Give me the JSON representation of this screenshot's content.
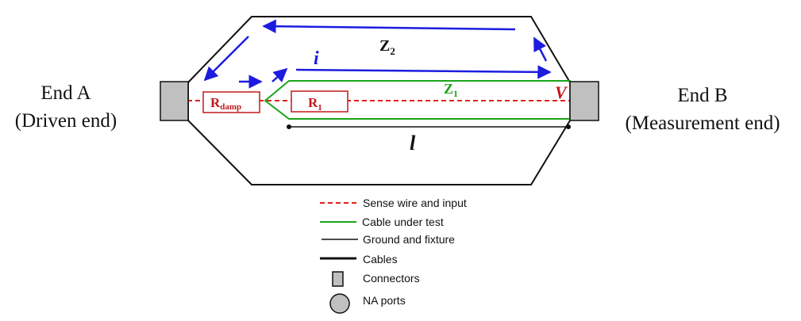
{
  "end_a": {
    "line1": "End A",
    "line2": "(Driven end)"
  },
  "end_b": {
    "line1": "End B",
    "line2": "(Measurement end)"
  },
  "labels": {
    "z2_main": "Z",
    "z2_sub": "2",
    "i": "i",
    "z1_main": "Z",
    "z1_sub": "1",
    "v": "V",
    "l": "l",
    "r_damp_main": "R",
    "r_damp_sub": "damp",
    "r1_main": "R",
    "r1_sub": "1"
  },
  "legend": [
    {
      "key": "sense",
      "label": "Sense wire and input"
    },
    {
      "key": "cable",
      "label": "Cable under test"
    },
    {
      "key": "ground",
      "label": "Ground and fixture"
    },
    {
      "key": "cables",
      "label": "Cables"
    },
    {
      "key": "connectors",
      "label": "Connectors"
    },
    {
      "key": "ports",
      "label": "NA ports"
    }
  ],
  "colors": {
    "sense_wire": "#e0201e",
    "cable_under_test": "#1aa51a",
    "current_arrows": "#1c1ce0",
    "resistor": "#c0181c",
    "connector_fill": "#c0c0c0"
  }
}
